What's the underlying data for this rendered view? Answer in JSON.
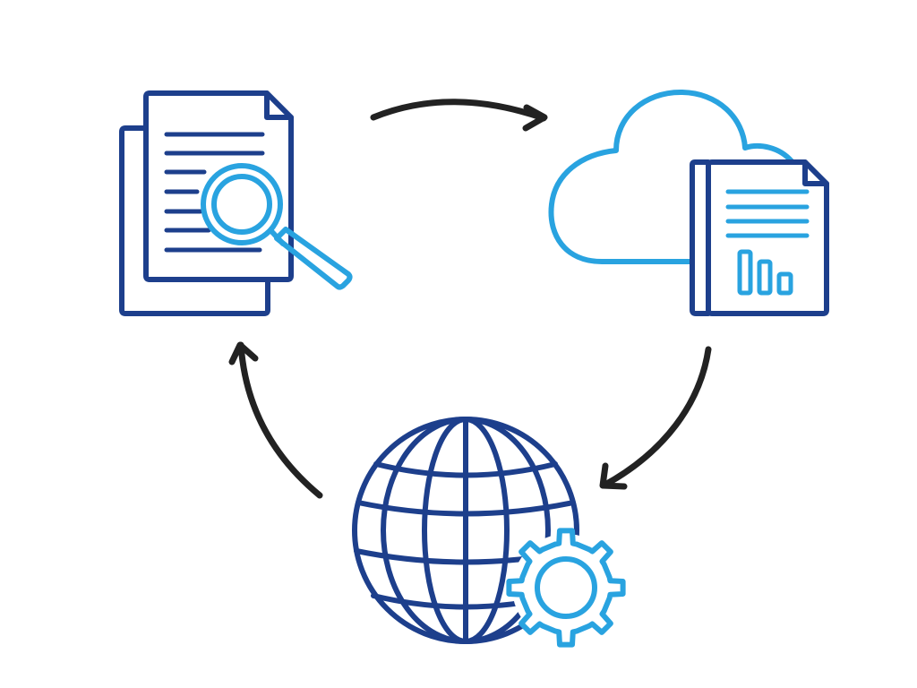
{
  "colors": {
    "dark_blue": "#1d3f8c",
    "light_blue": "#29a3e0",
    "arrow": "#222222",
    "background": "#ffffff"
  },
  "diagram": {
    "type": "cycle",
    "nodes": [
      {
        "id": "node-document-search",
        "icon": "document-search-icon"
      },
      {
        "id": "node-cloud-report",
        "icon": "cloud-document-chart-icon"
      },
      {
        "id": "node-globe-settings",
        "icon": "globe-gear-icon"
      }
    ],
    "edges": [
      {
        "from": "node-document-search",
        "to": "node-cloud-report",
        "icon": "curved-arrow-icon"
      },
      {
        "from": "node-cloud-report",
        "to": "node-globe-settings",
        "icon": "curved-arrow-icon"
      },
      {
        "from": "node-globe-settings",
        "to": "node-document-search",
        "icon": "curved-arrow-icon"
      }
    ]
  }
}
